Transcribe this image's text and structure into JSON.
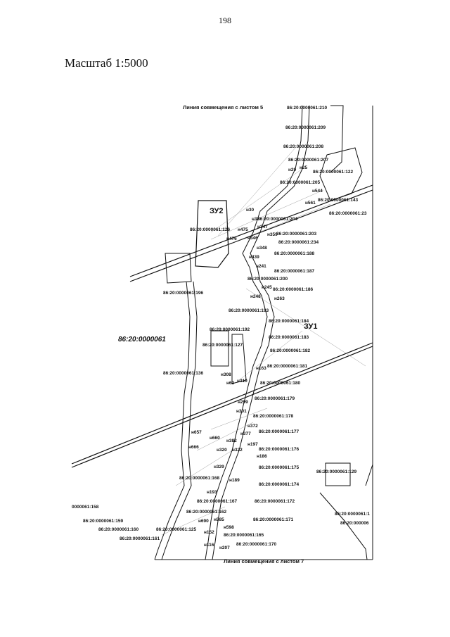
{
  "page_number": "198",
  "scale_label": "Масштаб 1:5000",
  "match_line_top": "Линия совмещения с листом 5",
  "match_line_bottom": "Линия совмещения с листом 7",
  "block_label": "86:20:0000061",
  "zones": [
    "ЗУ2",
    "ЗУ1"
  ],
  "parcel_labels": [
    "86:20:0000061:210",
    "86:20:0000061:209",
    "86:20:0000061:208",
    "86:20:0000061:207",
    "86:20:0000061:122",
    "86:20:0000061:205",
    "86:20:0000061:143",
    "86:20:0000061:23",
    "86:20:0000061:204",
    "86:20:0000061:126",
    "86:20:0000061:203",
    "86:20:0000061:234",
    "86:20:0000061:188",
    "86:20:0000061:187",
    "86:20:0000061:200",
    "86:20:0000061:186",
    "86:20:0000061:196",
    "86:20:0000061:193",
    "86:20:0000061:184",
    "86:20:0000061:192",
    "86:20:0000061:183",
    "86:20:0000061:127",
    "86:20:0000061:182",
    "86:20:0000061:181",
    "86:20:0000061:136",
    "86:20:0000061:180",
    "86:20:0000061:179",
    "86:20:0000061:178",
    "86:20:0000061:177",
    "86:20:0000061:176",
    "86:20:0000061:175",
    "86:20:0000061:129",
    "86:20:0000061:168",
    "86:20:0000061:174",
    "0000061:158",
    "86:20:0000061:167",
    "86:20:0000061:172",
    "86:20:0000061:162",
    "86:20:0000061:159",
    "86:20:0000061:171",
    "86:20:0000061:160",
    "86:20:0000061:125",
    "86:20:0000061:165",
    "86:20:0000061:161",
    "86:20:0000061:170",
    "86:20:0000061:1",
    "86:20:000006"
  ],
  "point_labels": [
    "н29",
    "н25",
    "н544",
    "н561",
    "н30",
    "н33",
    "н475",
    "н347",
    "н359",
    "н346",
    "н476",
    "н348",
    "н439",
    "н241",
    "н245",
    "н248",
    "н263",
    "н308",
    "н310",
    "н62",
    "н163",
    "н299",
    "н301",
    "н372",
    "н377",
    "н657",
    "н660",
    "н382",
    "н666",
    "н320",
    "н322",
    "н197",
    "н186",
    "н329",
    "н189",
    "н193",
    "н690",
    "н585",
    "н598",
    "н152",
    "н116",
    "н207"
  ]
}
